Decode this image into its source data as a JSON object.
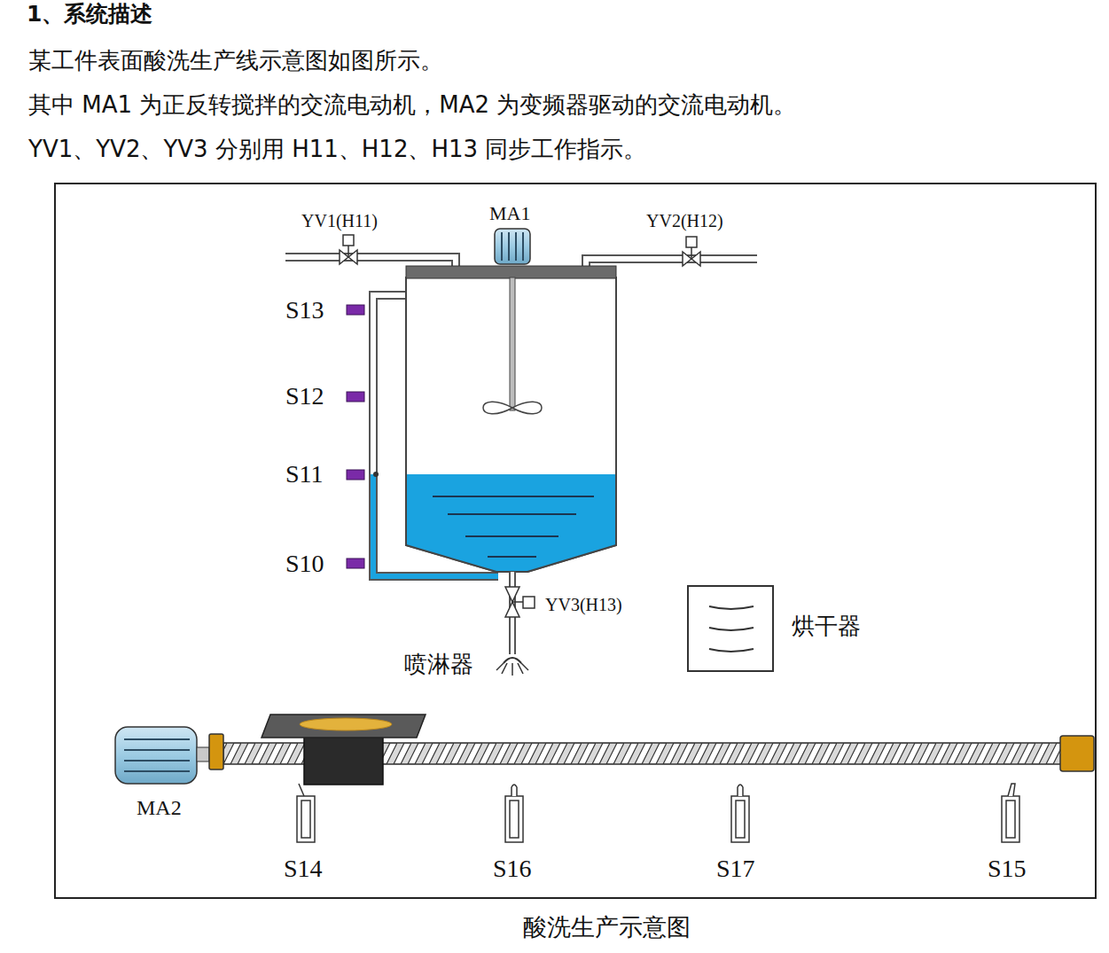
{
  "diagram": {
    "title": "1、系统描述",
    "caption": "酸洗生产示意图",
    "nodes": [
      {
        "text": [
          "烘干器"
        ]
      }
    ],
    "labels": [
      "某工件表面酸洗生产线示意图如图所示。",
      "其中 MA1 为正反转搅拌的交流电动机，MA2 为变频器驱动的交流电动机。",
      "YV1、YV2、YV3 分别用 H11、H12、H13 同步工作指示。",
      "YV1(H11)",
      "MA1",
      "YV2(H12)",
      "S13",
      "S12",
      "S11",
      "S10",
      "YV3(H13)",
      "喷淋器",
      "MA2",
      "S14",
      "S16",
      "S17",
      "S15"
    ]
  }
}
